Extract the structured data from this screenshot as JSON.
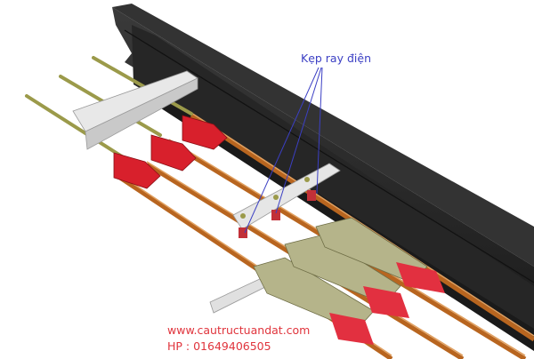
{
  "diagram": {
    "subject": "conductor rail system mounted under steel I-beam",
    "annotation": {
      "label": "Kẹp ray điện",
      "color": "#3b3fc4",
      "pointer_count": 3
    },
    "watermark": {
      "website": "www.cautructuandat.com",
      "phone": "HP : 01649406505",
      "color": "#e0343c"
    },
    "components": [
      {
        "name": "I-beam",
        "color": "#2a2a2a"
      },
      {
        "name": "Copper conductor rails",
        "count": 4,
        "color": "#c8742e"
      },
      {
        "name": "Hanger rods",
        "count": 3,
        "color": "#9b9a4a"
      },
      {
        "name": "Mounting plate (front)",
        "color": "#e6e6e6"
      },
      {
        "name": "Mounting plate (rear)",
        "color": "#e6e6e6"
      },
      {
        "name": "End caps / connectors",
        "count": 3,
        "color": "#d8202c"
      },
      {
        "name": "Current collector arms",
        "count": 3,
        "color": "#b5b48a"
      },
      {
        "name": "Collector shoes",
        "count": 3,
        "color": "#e23040"
      }
    ]
  }
}
